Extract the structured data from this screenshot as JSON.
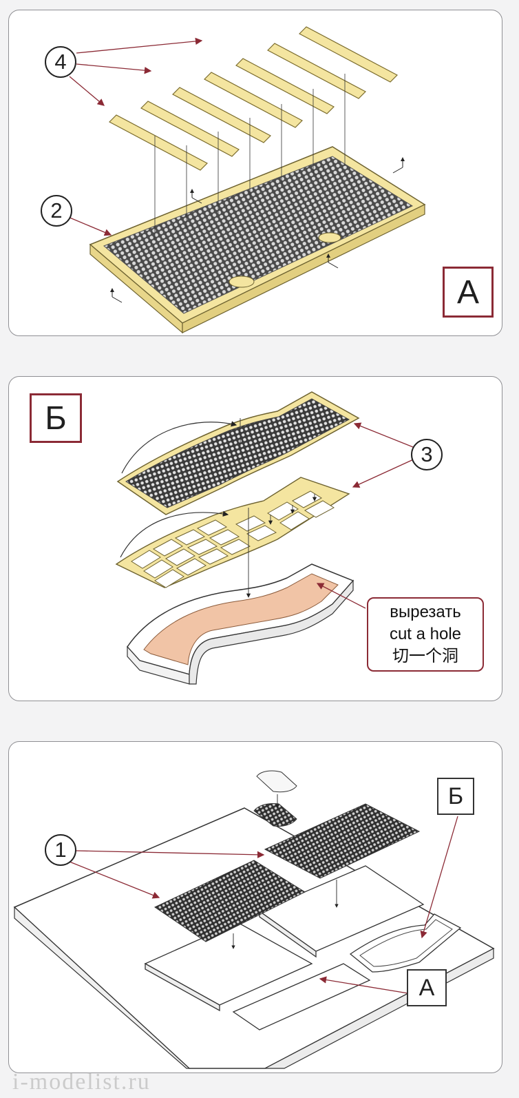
{
  "panel_a": {
    "callouts": [
      "4",
      "2"
    ],
    "label": "A"
  },
  "panel_b": {
    "label": "Б",
    "callout": "3",
    "note": {
      "line_ru": "вырезать",
      "line_en": "cut a hole",
      "line_zh": "切一个洞"
    }
  },
  "panel_c": {
    "callout": "1",
    "label_top": "Б",
    "label_bottom": "A"
  },
  "watermark": "i-modelist.ru",
  "colors": {
    "etched_brass": "#f4e5a0",
    "brass_edge": "#b9a44c",
    "mesh": "#3b3b3b",
    "cutout": "#f1c4a6",
    "label_border": "#8b2a35",
    "arrow": "#8b2a35"
  }
}
